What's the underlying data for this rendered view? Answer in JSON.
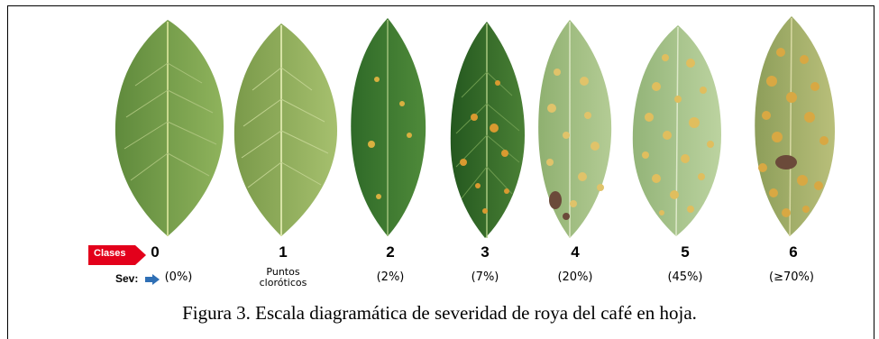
{
  "clases_label": "Clases",
  "sev_label": "Sev:",
  "classes": [
    {
      "num": "0",
      "sev": "(0%)"
    },
    {
      "num": "1",
      "sev": "Puntos cloróticos"
    },
    {
      "num": "2",
      "sev": "(2%)"
    },
    {
      "num": "3",
      "sev": "(7%)"
    },
    {
      "num": "4",
      "sev": "(20%)"
    },
    {
      "num": "5",
      "sev": "(45%)"
    },
    {
      "num": "6",
      "sev": "(≥70%)"
    }
  ],
  "caption": "Figura 3. Escala diagramática de severidad de roya del café en hoja.",
  "colors": {
    "arrow_red": "#e3001b",
    "arrow_blue": "#2f6fb5",
    "rust_spot": "#d9a030",
    "necrotic": "#6b4a3a"
  }
}
